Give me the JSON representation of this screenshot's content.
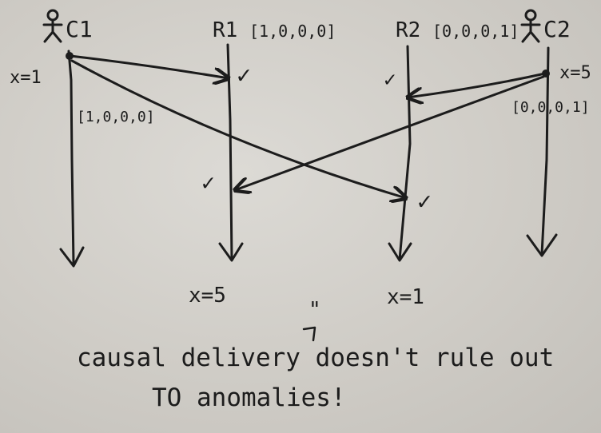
{
  "processes": {
    "c1": {
      "label": "C1",
      "sub": "1"
    },
    "r1": {
      "label": "R1",
      "sub": "1",
      "vclock": "[1,0,0,0]"
    },
    "r2": {
      "label": "R2",
      "sub": "2",
      "vclock": "[0,0,0,1]"
    },
    "c2": {
      "label": "C2",
      "sub": "2"
    }
  },
  "annotations": {
    "c1_write": "x=1",
    "c2_write": "x=5",
    "c1_vclock": "[1,0,0,0]",
    "c2_vclock": "[0,0,0,1]",
    "r1_result": "x=5",
    "r2_result": "x=1",
    "quote_mark": "\"",
    "caption_line1": "causal delivery doesn't rule out",
    "caption_line2": "TO anomalies!"
  },
  "marks": {
    "check": "✓"
  },
  "colors": {
    "ink": "#1c1c1c",
    "board": "#cfccc6"
  }
}
